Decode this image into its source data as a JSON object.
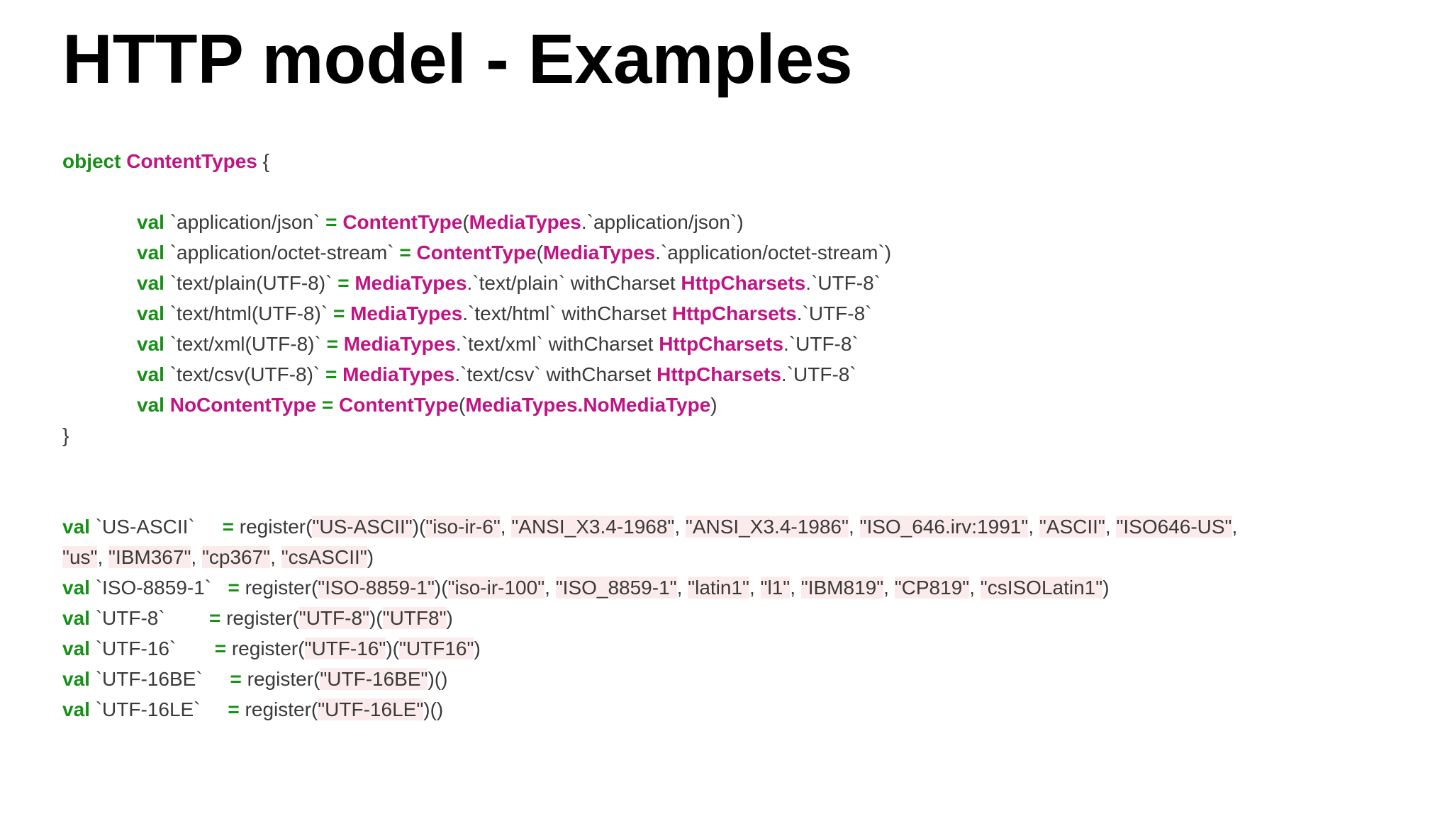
{
  "slide": {
    "title": "HTTP model - Examples",
    "colors": {
      "background": "#ffffff",
      "title_text": "#000000",
      "keyword_green": "#169016",
      "type_magenta": "#c01484",
      "code_text": "#3a3a3a",
      "string_highlight_bg": "#fcebec"
    },
    "code_blocks": [
      {
        "name": "content-types-object",
        "lines": [
          {
            "indent": false,
            "segments": [
              {
                "t": "object",
                "s": "kw"
              },
              {
                "t": " ",
                "s": "plain"
              },
              {
                "t": "ContentTypes",
                "s": "type"
              },
              {
                "t": " {",
                "s": "plain"
              }
            ]
          },
          {
            "indent": false,
            "segments": []
          },
          {
            "indent": true,
            "segments": [
              {
                "t": "val",
                "s": "kw"
              },
              {
                "t": " `application/json` ",
                "s": "plain"
              },
              {
                "t": "=",
                "s": "kw"
              },
              {
                "t": " ",
                "s": "plain"
              },
              {
                "t": "ContentType",
                "s": "type"
              },
              {
                "t": "(",
                "s": "plain"
              },
              {
                "t": "MediaTypes",
                "s": "type"
              },
              {
                "t": ".`application/json`)",
                "s": "plain"
              }
            ]
          },
          {
            "indent": true,
            "segments": [
              {
                "t": "val",
                "s": "kw"
              },
              {
                "t": " `application/octet-stream` ",
                "s": "plain"
              },
              {
                "t": "=",
                "s": "kw"
              },
              {
                "t": " ",
                "s": "plain"
              },
              {
                "t": "ContentType",
                "s": "type"
              },
              {
                "t": "(",
                "s": "plain"
              },
              {
                "t": "MediaTypes",
                "s": "type"
              },
              {
                "t": ".`application/octet-stream`)",
                "s": "plain"
              }
            ]
          },
          {
            "indent": true,
            "segments": [
              {
                "t": "val",
                "s": "kw"
              },
              {
                "t": " `text/plain(UTF-8)` ",
                "s": "plain"
              },
              {
                "t": "=",
                "s": "kw"
              },
              {
                "t": " ",
                "s": "plain"
              },
              {
                "t": "MediaTypes",
                "s": "type"
              },
              {
                "t": ".`text/plain` withCharset ",
                "s": "plain"
              },
              {
                "t": "HttpCharsets",
                "s": "type"
              },
              {
                "t": ".`UTF-8`",
                "s": "plain"
              }
            ]
          },
          {
            "indent": true,
            "segments": [
              {
                "t": "val",
                "s": "kw"
              },
              {
                "t": " `text/html(UTF-8)` ",
                "s": "plain"
              },
              {
                "t": "=",
                "s": "kw"
              },
              {
                "t": " ",
                "s": "plain"
              },
              {
                "t": "MediaTypes",
                "s": "type"
              },
              {
                "t": ".`text/html` withCharset ",
                "s": "plain"
              },
              {
                "t": "HttpCharsets",
                "s": "type"
              },
              {
                "t": ".`UTF-8`",
                "s": "plain"
              }
            ]
          },
          {
            "indent": true,
            "segments": [
              {
                "t": "val",
                "s": "kw"
              },
              {
                "t": " `text/xml(UTF-8)` ",
                "s": "plain"
              },
              {
                "t": "=",
                "s": "kw"
              },
              {
                "t": " ",
                "s": "plain"
              },
              {
                "t": "MediaTypes",
                "s": "type"
              },
              {
                "t": ".`text/xml` withCharset ",
                "s": "plain"
              },
              {
                "t": "HttpCharsets",
                "s": "type"
              },
              {
                "t": ".`UTF-8`",
                "s": "plain"
              }
            ]
          },
          {
            "indent": true,
            "segments": [
              {
                "t": "val",
                "s": "kw"
              },
              {
                "t": " `text/csv(UTF-8)` ",
                "s": "plain"
              },
              {
                "t": "=",
                "s": "kw"
              },
              {
                "t": " ",
                "s": "plain"
              },
              {
                "t": "MediaTypes",
                "s": "type"
              },
              {
                "t": ".`text/csv` withCharset ",
                "s": "plain"
              },
              {
                "t": "HttpCharsets",
                "s": "type"
              },
              {
                "t": ".`UTF-8`",
                "s": "plain"
              }
            ]
          },
          {
            "indent": true,
            "segments": [
              {
                "t": "val",
                "s": "kw"
              },
              {
                "t": " ",
                "s": "plain"
              },
              {
                "t": "NoContentType",
                "s": "type"
              },
              {
                "t": " ",
                "s": "plain"
              },
              {
                "t": "=",
                "s": "kw"
              },
              {
                "t": " ",
                "s": "plain"
              },
              {
                "t": "ContentType",
                "s": "type"
              },
              {
                "t": "(",
                "s": "plain"
              },
              {
                "t": "MediaTypes.NoMediaType",
                "s": "type"
              },
              {
                "t": ")",
                "s": "plain"
              }
            ]
          },
          {
            "indent": false,
            "segments": [
              {
                "t": "}",
                "s": "plain"
              }
            ]
          }
        ]
      },
      {
        "name": "charset-registrations",
        "lines": [
          {
            "indent": false,
            "segments": [
              {
                "t": "val",
                "s": "kw"
              },
              {
                "t": " `US-ASCII`     ",
                "s": "plain"
              },
              {
                "t": "=",
                "s": "kw"
              },
              {
                "t": " register(",
                "s": "plain"
              },
              {
                "t": "\"US-ASCII\"",
                "s": "str"
              },
              {
                "t": ")(",
                "s": "plain"
              },
              {
                "t": "\"iso-ir-6\"",
                "s": "str"
              },
              {
                "t": ", ",
                "s": "plain"
              },
              {
                "t": "\"ANSI_X3.4-1968\"",
                "s": "str"
              },
              {
                "t": ", ",
                "s": "plain"
              },
              {
                "t": "\"ANSI_X3.4-1986\"",
                "s": "str"
              },
              {
                "t": ", ",
                "s": "plain"
              },
              {
                "t": "\"ISO_646.irv:1991\"",
                "s": "str"
              },
              {
                "t": ", ",
                "s": "plain"
              },
              {
                "t": "\"ASCII\"",
                "s": "str"
              },
              {
                "t": ", ",
                "s": "plain"
              },
              {
                "t": "\"ISO646-US\"",
                "s": "str"
              },
              {
                "t": ",",
                "s": "plain"
              }
            ]
          },
          {
            "indent": false,
            "segments": [
              {
                "t": "\"us\"",
                "s": "str"
              },
              {
                "t": ", ",
                "s": "plain"
              },
              {
                "t": "\"IBM367\"",
                "s": "str"
              },
              {
                "t": ", ",
                "s": "plain"
              },
              {
                "t": "\"cp367\"",
                "s": "str"
              },
              {
                "t": ", ",
                "s": "plain"
              },
              {
                "t": "\"csASCII\"",
                "s": "str"
              },
              {
                "t": ")",
                "s": "plain"
              }
            ]
          },
          {
            "indent": false,
            "segments": [
              {
                "t": "val",
                "s": "kw"
              },
              {
                "t": " `ISO-8859-1`   ",
                "s": "plain"
              },
              {
                "t": "=",
                "s": "kw"
              },
              {
                "t": " register(",
                "s": "plain"
              },
              {
                "t": "\"ISO-8859-1\"",
                "s": "str"
              },
              {
                "t": ")(",
                "s": "plain"
              },
              {
                "t": "\"iso-ir-100\"",
                "s": "str"
              },
              {
                "t": ", ",
                "s": "plain"
              },
              {
                "t": "\"ISO_8859-1\"",
                "s": "str"
              },
              {
                "t": ", ",
                "s": "plain"
              },
              {
                "t": "\"latin1\"",
                "s": "str"
              },
              {
                "t": ", ",
                "s": "plain"
              },
              {
                "t": "\"l1\"",
                "s": "str"
              },
              {
                "t": ", ",
                "s": "plain"
              },
              {
                "t": "\"IBM819\"",
                "s": "str"
              },
              {
                "t": ", ",
                "s": "plain"
              },
              {
                "t": "\"CP819\"",
                "s": "str"
              },
              {
                "t": ", ",
                "s": "plain"
              },
              {
                "t": "\"csISOLatin1\"",
                "s": "str"
              },
              {
                "t": ")",
                "s": "plain"
              }
            ]
          },
          {
            "indent": false,
            "segments": [
              {
                "t": "val",
                "s": "kw"
              },
              {
                "t": " `UTF-8`        ",
                "s": "plain"
              },
              {
                "t": "=",
                "s": "kw"
              },
              {
                "t": " register(",
                "s": "plain"
              },
              {
                "t": "\"UTF-8\"",
                "s": "str"
              },
              {
                "t": ")(",
                "s": "plain"
              },
              {
                "t": "\"UTF8\"",
                "s": "str"
              },
              {
                "t": ")",
                "s": "plain"
              }
            ]
          },
          {
            "indent": false,
            "segments": [
              {
                "t": "val",
                "s": "kw"
              },
              {
                "t": " `UTF-16`       ",
                "s": "plain"
              },
              {
                "t": "=",
                "s": "kw"
              },
              {
                "t": " register(",
                "s": "plain"
              },
              {
                "t": "\"UTF-16\"",
                "s": "str"
              },
              {
                "t": ")(",
                "s": "plain"
              },
              {
                "t": "\"UTF16\"",
                "s": "str"
              },
              {
                "t": ")",
                "s": "plain"
              }
            ]
          },
          {
            "indent": false,
            "segments": [
              {
                "t": "val",
                "s": "kw"
              },
              {
                "t": " `UTF-16BE`     ",
                "s": "plain"
              },
              {
                "t": "=",
                "s": "kw"
              },
              {
                "t": " register(",
                "s": "plain"
              },
              {
                "t": "\"UTF-16BE\"",
                "s": "str"
              },
              {
                "t": ")()",
                "s": "plain"
              }
            ]
          },
          {
            "indent": false,
            "segments": [
              {
                "t": "val",
                "s": "kw"
              },
              {
                "t": " `UTF-16LE`     ",
                "s": "plain"
              },
              {
                "t": "=",
                "s": "kw"
              },
              {
                "t": " register(",
                "s": "plain"
              },
              {
                "t": "\"UTF-16LE\"",
                "s": "str"
              },
              {
                "t": ")()",
                "s": "plain"
              }
            ]
          }
        ]
      }
    ]
  }
}
